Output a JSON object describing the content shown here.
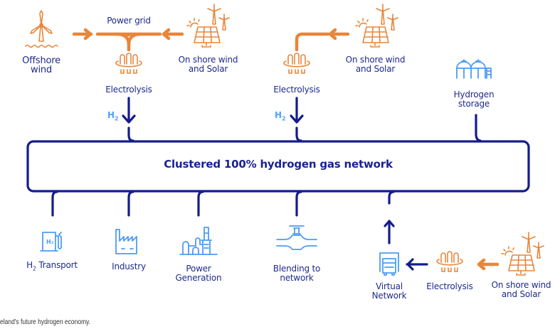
{
  "diagram": {
    "title": "Clustered 100% hydrogen gas network",
    "colors": {
      "renewable_orange": "#e8863a",
      "network_navy": "#141c8c",
      "consumer_blue": "#4d9cf5",
      "label_navy": "#1f2a8c",
      "h2_blue": "#4da3ff"
    },
    "top_nodes": {
      "offshore_wind": {
        "line1": "Offshore",
        "line2": "wind",
        "icon": "offshore-wind-turbine-icon"
      },
      "power_grid": {
        "label": "Power grid"
      },
      "onshore_1": {
        "line1": "On shore wind",
        "line2": "and Solar",
        "icon": "wind-solar-icon"
      },
      "electrolysis_1": {
        "label": "Electrolysis",
        "icon": "electrolysis-icon"
      },
      "onshore_2": {
        "line1": "On shore wind",
        "line2": "and Solar",
        "icon": "wind-solar-icon"
      },
      "electrolysis_2": {
        "label": "Electrolysis",
        "icon": "electrolysis-icon"
      },
      "hydrogen_storage": {
        "line1": "Hydrogen",
        "line2": "storage",
        "icon": "gas-storage-tanks-icon"
      }
    },
    "h2_label": {
      "base": "H",
      "sub": "2"
    },
    "bottom_nodes": {
      "h2_transport": {
        "prefix": "H",
        "sub": "2",
        "rest": " Transport",
        "icon_text": "H₂",
        "icon": "hydrogen-fuel-pump-icon"
      },
      "industry": {
        "label": "Industry",
        "icon": "factory-icon"
      },
      "power_generation": {
        "line1": "Power",
        "line2": "Generation",
        "icon": "power-plant-icon"
      },
      "blending": {
        "line1": "Blending to",
        "line2": "network",
        "icon": "pipe-valve-icon"
      },
      "virtual_network": {
        "line1": "Virtual",
        "line2": "Network",
        "icon": "truck-icon"
      },
      "electrolysis_3": {
        "label": "Electrolysis",
        "icon": "electrolysis-icon"
      },
      "onshore_3": {
        "line1": "On shore wind",
        "line2": "and Solar",
        "icon": "wind-solar-icon"
      }
    },
    "caption": "eland's future hydrogen economy."
  }
}
